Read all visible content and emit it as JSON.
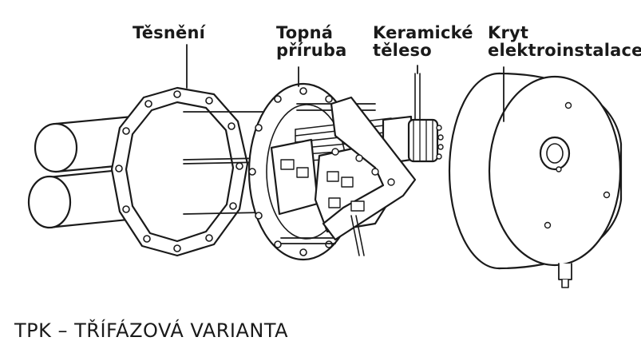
{
  "labels": {
    "gasket": "Těsnění",
    "flange_line1": "Topná",
    "flange_line2": "příruba",
    "ceramic_line1": "Keramické",
    "ceramic_line2": "těleso",
    "cover_line1": "Kryt",
    "cover_line2": "elektroinstalace"
  },
  "caption": "TPK – TŘÍFÁZOVÁ VARIANTA",
  "colors": {
    "line": "#1a1a1a",
    "fill": "#ffffff",
    "shade": "#e6e6e6"
  }
}
